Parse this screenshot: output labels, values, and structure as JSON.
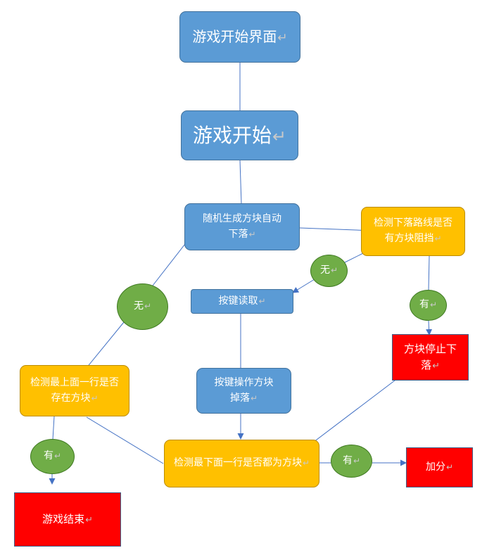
{
  "colors": {
    "process": "#5b9bd5",
    "decision": "#ffc000",
    "terminal": "#ff0000",
    "branch": "#70ad47",
    "edge": "#4472c4"
  },
  "nodes": {
    "game_start_screen": "游戏开始界面",
    "game_start": "游戏开始",
    "spawn_block": "随机生成方块自动下落",
    "check_path": "检测下落路线是否有方块阻挡",
    "branch_none_1": "无",
    "key_read": "按键读取",
    "branch_none_2": "无",
    "branch_yes_1": "有",
    "block_stop": "方块停止下落",
    "check_top_row": "检测最上面一行是否存在方块",
    "key_operate": "按键操作方块掉落",
    "check_bottom_row": "检测最下面一行是否都为方块",
    "branch_yes_2": "有",
    "branch_yes_3": "有",
    "add_score": "加分",
    "game_over": "游戏结束"
  },
  "return_mark": "↵"
}
